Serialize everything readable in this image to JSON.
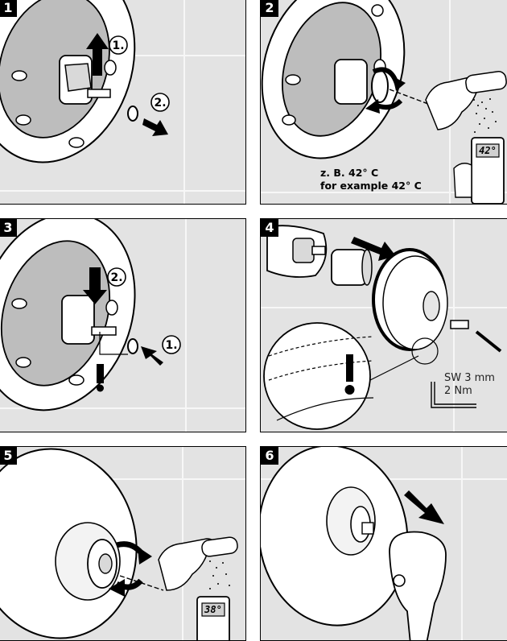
{
  "panels": [
    {
      "number": "1",
      "callouts": [
        "1.",
        "2."
      ]
    },
    {
      "number": "2",
      "display": "42°",
      "note_line1": "z. B. 42° C",
      "note_line2": "for example 42° C"
    },
    {
      "number": "3",
      "callouts": [
        "2.",
        "1."
      ]
    },
    {
      "number": "4",
      "spec_line1": "SW 3 mm",
      "spec_line2": "2 Nm"
    },
    {
      "number": "5",
      "display": "38°"
    },
    {
      "number": "6"
    }
  ]
}
